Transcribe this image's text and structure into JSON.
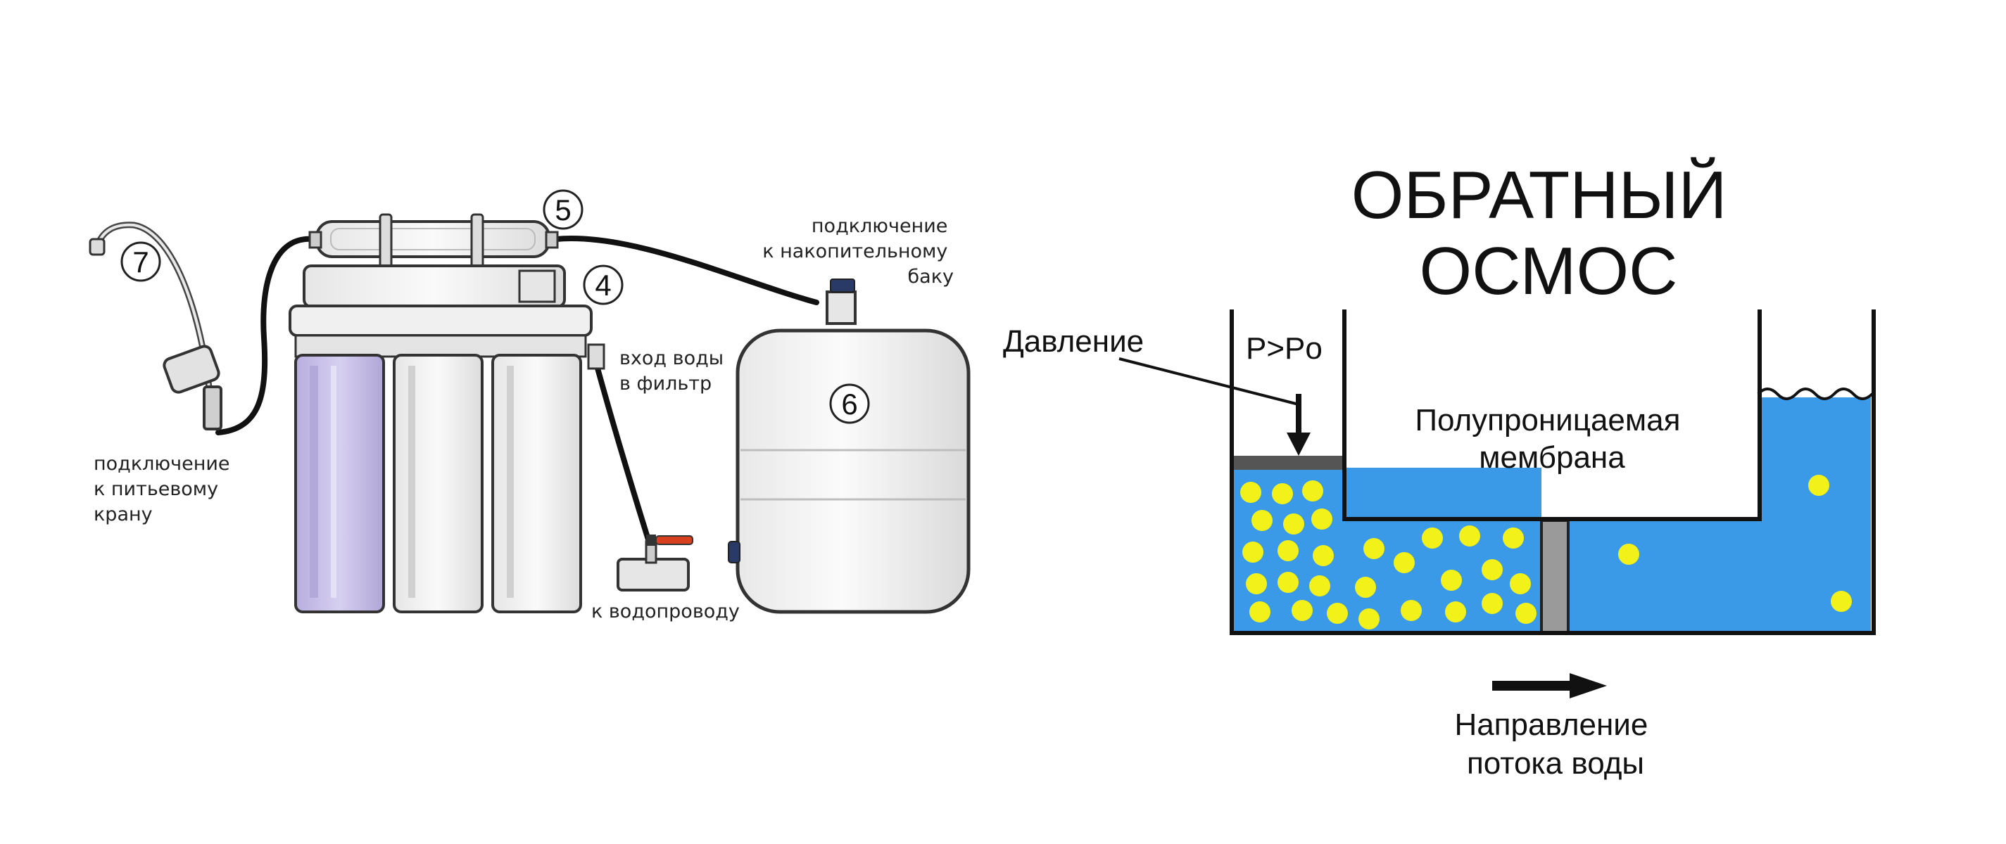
{
  "filter_system": {
    "label_faucet": [
      "подключение",
      "к питьевому",
      "крану"
    ],
    "label_tank": [
      "подключение",
      "к накопительному",
      "баку"
    ],
    "label_inlet": [
      "вход воды",
      "в фильтр"
    ],
    "label_water_supply": "к водопроводу",
    "numbers": {
      "faucet": "7",
      "postfilter": "5",
      "membrane": "4",
      "tank": "6"
    }
  },
  "osmosis": {
    "title": [
      "ОБРАТНЫЙ",
      "ОСМОС"
    ],
    "pressure_label": "Давление",
    "pressure_formula": "P>Po",
    "membrane_label": [
      "Полупроницаемая",
      "мембрана"
    ],
    "flow_label": [
      "Направление",
      "потока воды"
    ]
  },
  "colors": {
    "water": "#3b9ae8",
    "solute_particle": "#f2f21a",
    "membrane": "#9a9a9a",
    "filter_purple": "#c9c2e6",
    "tank": "#f4f4f4"
  }
}
